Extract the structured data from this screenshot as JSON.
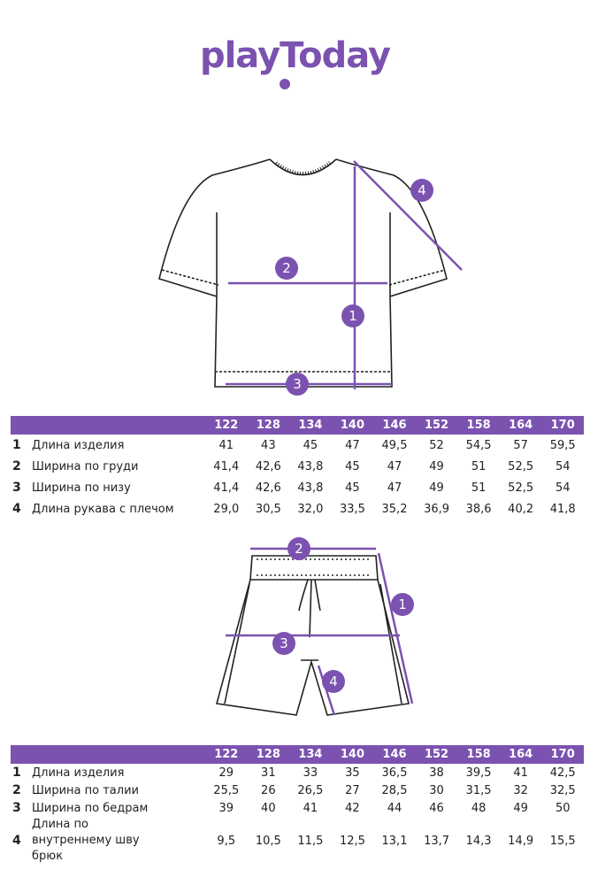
{
  "brand": {
    "logo": "playToday",
    "color": "#7b52b0"
  },
  "sizes": [
    "122",
    "128",
    "134",
    "140",
    "146",
    "152",
    "158",
    "164",
    "170"
  ],
  "tshirt": {
    "markers": [
      "1",
      "2",
      "3",
      "4"
    ],
    "rows": [
      {
        "n": "1",
        "label": "Длина изделия",
        "values": [
          "41",
          "43",
          "45",
          "47",
          "49,5",
          "52",
          "54,5",
          "57",
          "59,5"
        ]
      },
      {
        "n": "2",
        "label": "Ширина по груди",
        "values": [
          "41,4",
          "42,6",
          "43,8",
          "45",
          "47",
          "49",
          "51",
          "52,5",
          "54"
        ]
      },
      {
        "n": "3",
        "label": "Ширина по низу",
        "values": [
          "41,4",
          "42,6",
          "43,8",
          "45",
          "47",
          "49",
          "51",
          "52,5",
          "54"
        ]
      },
      {
        "n": "4",
        "label": "Длина рукава с плечом",
        "values": [
          "29,0",
          "30,5",
          "32,0",
          "33,5",
          "35,2",
          "36,9",
          "38,6",
          "40,2",
          "41,8"
        ]
      }
    ]
  },
  "shorts": {
    "markers": [
      "1",
      "2",
      "3",
      "4"
    ],
    "rows": [
      {
        "n": "1",
        "label": "Длина изделия",
        "values": [
          "29",
          "31",
          "33",
          "35",
          "36,5",
          "38",
          "39,5",
          "41",
          "42,5"
        ]
      },
      {
        "n": "2",
        "label": "Ширина по талии",
        "values": [
          "25,5",
          "26",
          "26,5",
          "27",
          "28,5",
          "30",
          "31,5",
          "32",
          "32,5"
        ]
      },
      {
        "n": "3",
        "label": "Ширина по бедрам",
        "values": [
          "39",
          "40",
          "41",
          "42",
          "44",
          "46",
          "48",
          "49",
          "50"
        ]
      },
      {
        "n": "4",
        "label": "Длина по внутреннему шву брюк",
        "values": [
          "9,5",
          "10,5",
          "11,5",
          "12,5",
          "13,1",
          "13,7",
          "14,3",
          "14,9",
          "15,5"
        ]
      }
    ]
  }
}
